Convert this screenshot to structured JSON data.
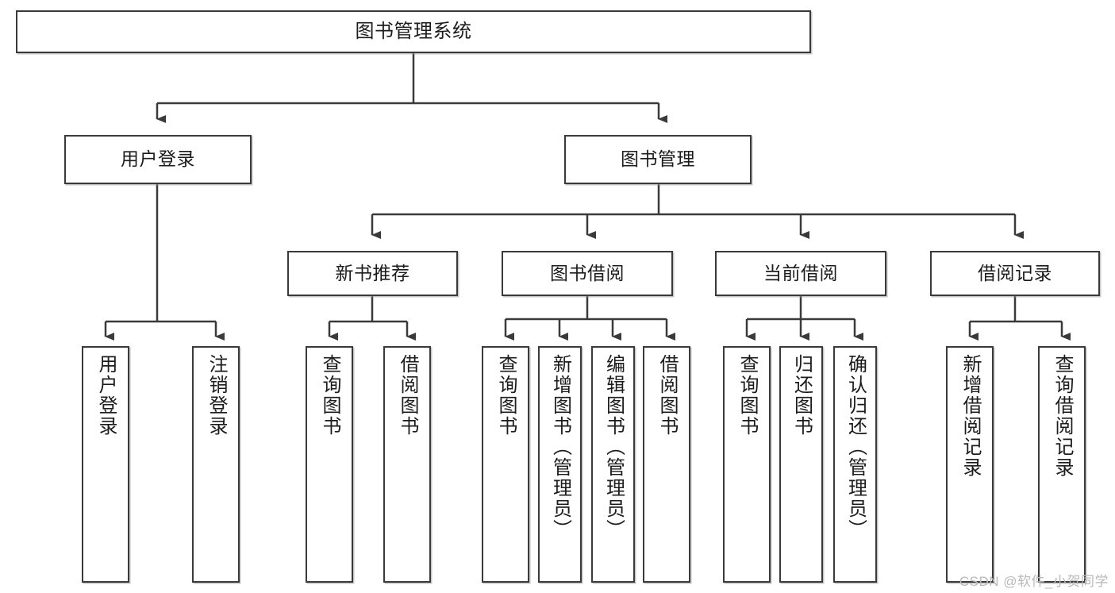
{
  "diagram": {
    "type": "hierarchy-tree",
    "title": "图书管理系统",
    "watermark": "CSDN @软件_小贺同学",
    "colors": {
      "stroke": "#3a3a3a",
      "fill": "#ffffff",
      "text": "#1c1c1c",
      "watermark": "#b9b9b9"
    },
    "nodes": {
      "root": {
        "label": "图书管理系统"
      },
      "level2": [
        {
          "id": "user-login",
          "label": "用户登录"
        },
        {
          "id": "book-management",
          "label": "图书管理"
        }
      ],
      "level3": [
        {
          "id": "new-book-recommend",
          "label": "新书推荐"
        },
        {
          "id": "book-borrow",
          "label": "图书借阅"
        },
        {
          "id": "current-borrow",
          "label": "当前借阅"
        },
        {
          "id": "borrow-record",
          "label": "借阅记录"
        }
      ],
      "leaves": {
        "user-login": [
          {
            "id": "leaf-user-login",
            "label": "用户登录"
          },
          {
            "id": "leaf-user-logout",
            "label": "注销登录"
          }
        ],
        "new-book-recommend": [
          {
            "id": "leaf-query-book-1",
            "label": "查询图书"
          },
          {
            "id": "leaf-borrow-book-1",
            "label": "借阅图书"
          }
        ],
        "book-borrow": [
          {
            "id": "leaf-query-book-2",
            "label": "查询图书"
          },
          {
            "id": "leaf-add-book",
            "label": "新增图书（管理员）"
          },
          {
            "id": "leaf-edit-book",
            "label": "编辑图书（管理员）"
          },
          {
            "id": "leaf-borrow-book-2",
            "label": "借阅图书"
          }
        ],
        "current-borrow": [
          {
            "id": "leaf-query-book-3",
            "label": "查询图书"
          },
          {
            "id": "leaf-return-book",
            "label": "归还图书"
          },
          {
            "id": "leaf-confirm-return",
            "label": "确认归还（管理员）"
          }
        ],
        "borrow-record": [
          {
            "id": "leaf-add-record",
            "label": "新增借阅记录"
          },
          {
            "id": "leaf-query-record",
            "label": "查询借阅记录"
          }
        ]
      }
    }
  }
}
